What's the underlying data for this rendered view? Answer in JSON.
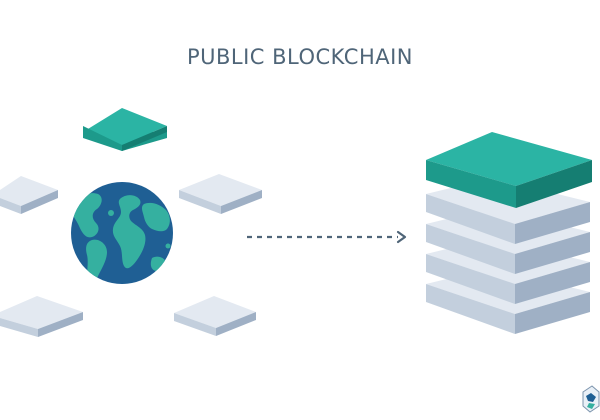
{
  "diagram": {
    "title": "PUBLIC BLOCKCHAIN",
    "colors": {
      "title_text": "#4f6578",
      "teal_top": "#2bb4a4",
      "teal_side_light": "#1d9a8b",
      "teal_side_dark": "#157e72",
      "tile_top": "#e3e9f1",
      "tile_side_light": "#c3cfdd",
      "tile_side_dark": "#9fb0c5",
      "globe_ocean": "#1f5f94",
      "globe_land": "#35b0a0",
      "arrow": "#4f6578"
    },
    "nodes": [
      {
        "name": "node-top",
        "color": "teal"
      },
      {
        "name": "node-upper-left",
        "color": "gray"
      },
      {
        "name": "node-upper-right",
        "color": "gray"
      },
      {
        "name": "node-lower-left",
        "color": "gray"
      },
      {
        "name": "node-lower-right",
        "color": "gray"
      }
    ],
    "stack": {
      "gray_blocks": 4,
      "teal_blocks": 1
    },
    "icons": [
      "globe-icon",
      "dashed-arrow-icon",
      "logo-mark-icon"
    ]
  }
}
